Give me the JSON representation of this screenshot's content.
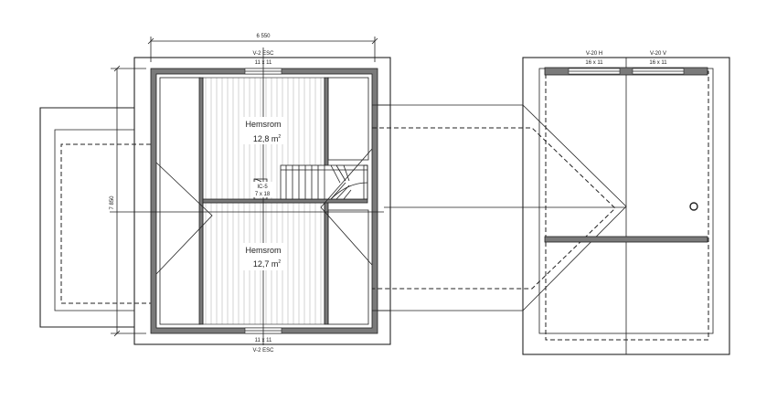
{
  "plan": {
    "dimension_width": "6 550",
    "dimension_height": "7 850",
    "rooms": [
      {
        "name": "Hemsrom",
        "area_value": "12,8 m",
        "area_unit_sup": "2"
      },
      {
        "name": "Hemsrom",
        "area_value": "12,7 m",
        "area_unit_sup": "2"
      }
    ],
    "windows": {
      "top_left": {
        "code": "V-2 ESC",
        "size": "11 x 11"
      },
      "bottom_left": {
        "code": "V-2 ESC",
        "size": "11 x 11"
      },
      "right_1": {
        "code": "V-20 H",
        "size": "16 x 11"
      },
      "right_2": {
        "code": "V-20 V",
        "size": "16 x 11"
      }
    },
    "hatch": {
      "code": "IC-5",
      "size": "7 x 18"
    }
  }
}
